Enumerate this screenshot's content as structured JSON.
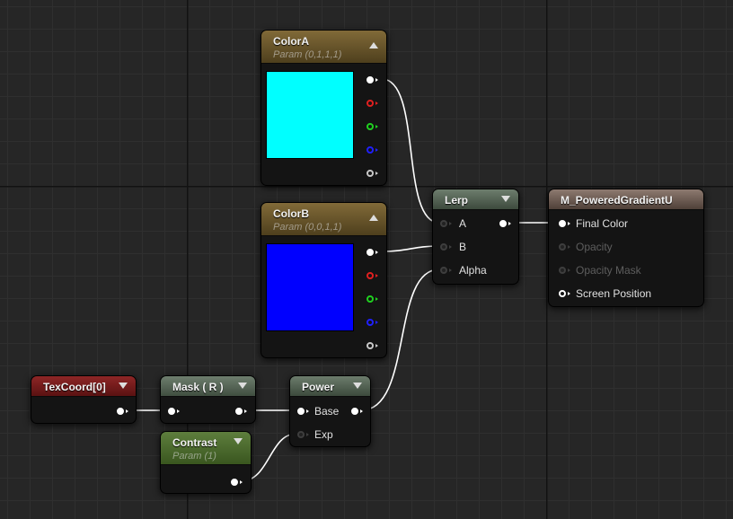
{
  "nodes": {
    "colorA": {
      "title": "ColorA",
      "subtitle": "Param (0,1,1,1)",
      "color": "#00ffff"
    },
    "colorB": {
      "title": "ColorB",
      "subtitle": "Param (0,0,1,1)",
      "color": "#0000ff"
    },
    "lerp": {
      "title": "Lerp",
      "inputs": [
        "A",
        "B",
        "Alpha"
      ]
    },
    "result": {
      "title": "M_PoweredGradientU",
      "inputs": [
        "Final Color",
        "Opacity",
        "Opacity Mask",
        "Screen Position"
      ]
    },
    "texcoord": {
      "title": "TexCoord[0]"
    },
    "mask": {
      "title": "Mask ( R )"
    },
    "power": {
      "title": "Power",
      "inputs": [
        "Base",
        "Exp"
      ]
    },
    "contrast": {
      "title": "Contrast",
      "subtitle": "Param (1)"
    }
  },
  "colors": {
    "wire": "#ffffff",
    "param_header": "#816a38",
    "texcoord_header": "#8e2626",
    "contrast_header": "#5e7e3d",
    "result_header": "#8d7a70"
  },
  "icons": {
    "collapse": "triangle",
    "pin": "circle-with-arrow"
  }
}
